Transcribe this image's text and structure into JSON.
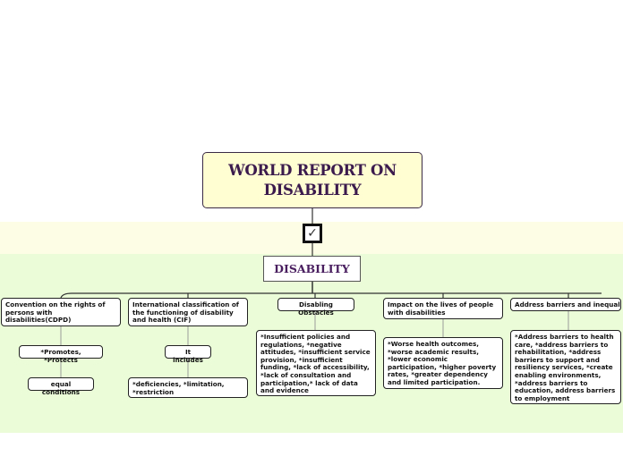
{
  "root": {
    "title": "WORLD REPORT ON DISABILITY"
  },
  "checkbox": {
    "glyph": "✓",
    "icon": "check-icon"
  },
  "topic": {
    "label": "DISABILITY"
  },
  "branches": [
    {
      "label": "Convention on the rights of persons with disabilities(CDPD)",
      "children": [
        {
          "label": "*Promotes, *Protects"
        },
        {
          "label": "equal conditions"
        }
      ]
    },
    {
      "label": "International classification of the functioning of disability and health (CIF)",
      "children": [
        {
          "label": "It includes"
        },
        {
          "label": "*deficiencies, *limitation, *restriction"
        }
      ]
    },
    {
      "label": "Disabling Obstacles",
      "children": [
        {
          "label": "*Insufficient policies and regulations, *negative attitudes, *insufficient service provision, *insufficient funding, *lack of accessibility, *lack of consultation and participation,* lack of data and evidence"
        }
      ]
    },
    {
      "label": "Impact on the lives of people with disabilities",
      "children": [
        {
          "label": "*Worse health outcomes, *worse academic results, *lower economic participation, *higher poverty rates, *greater dependency and limited participation."
        }
      ]
    },
    {
      "label": "Address barriers and inequality",
      "children": [
        {
          "label": "*Address barriers to health care, *address barriers to rehabilitation, *address barriers to support and resiliency services, *create enabling environments, *address barriers to education, address barriers to employment"
        }
      ]
    }
  ],
  "colors": {
    "root_fill": "#fefed2",
    "title_text": "#3b1a4d",
    "band_cream": "#fdfde6",
    "band_green": "#eafdd8"
  }
}
